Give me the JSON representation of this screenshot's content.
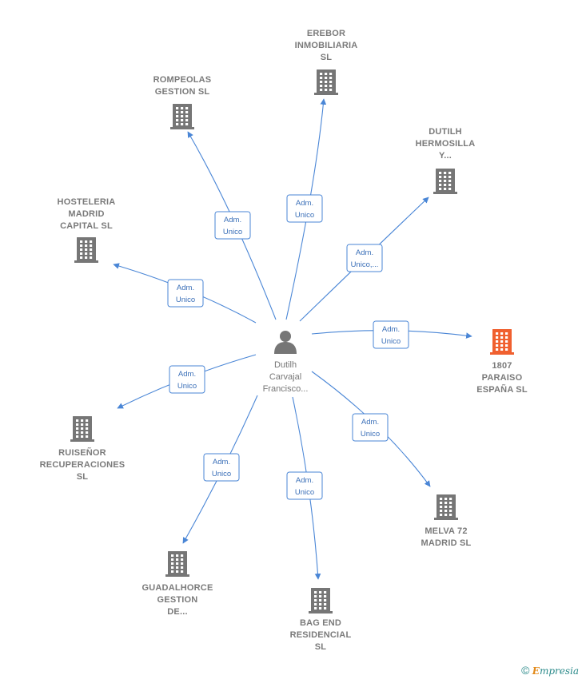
{
  "center": {
    "name_lines": [
      "Dutilh",
      "Carvajal",
      "Francisco..."
    ],
    "icon": "person-icon"
  },
  "companies": [
    {
      "id": "erebor",
      "lines": [
        "EREBOR",
        "INMOBILIARIA",
        "SL"
      ],
      "role": [
        "Adm.",
        "Unico"
      ],
      "highlight": false
    },
    {
      "id": "rompeolas",
      "lines": [
        "ROMPEOLAS",
        "GESTION  SL"
      ],
      "role": [
        "Adm.",
        "Unico"
      ],
      "highlight": false
    },
    {
      "id": "dutilh-hermosilla",
      "lines": [
        "DUTILH",
        "HERMOSILLA",
        "Y..."
      ],
      "role": [
        "Adm.",
        "Unico,..."
      ],
      "highlight": false
    },
    {
      "id": "hosteleria",
      "lines": [
        "HOSTELERIA",
        "MADRID",
        "CAPITAL  SL"
      ],
      "role": [
        "Adm.",
        "Unico"
      ],
      "highlight": false
    },
    {
      "id": "paraiso",
      "lines": [
        "1807",
        "PARAISO",
        "ESPAÑA  SL"
      ],
      "role": [
        "Adm.",
        "Unico"
      ],
      "highlight": true
    },
    {
      "id": "ruisenor",
      "lines": [
        "RUISEÑOR",
        "RECUPERACIONES",
        "SL"
      ],
      "role": [
        "Adm.",
        "Unico"
      ],
      "highlight": false
    },
    {
      "id": "melva",
      "lines": [
        "MELVA 72",
        "MADRID  SL"
      ],
      "role": [
        "Adm.",
        "Unico"
      ],
      "highlight": false
    },
    {
      "id": "guadalhorce",
      "lines": [
        "GUADALHORCE",
        "GESTION",
        "DE..."
      ],
      "role": [
        "Adm.",
        "Unico"
      ],
      "highlight": false
    },
    {
      "id": "bag-end",
      "lines": [
        "BAG END",
        "RESIDENCIAL",
        "SL"
      ],
      "role": [
        "Adm.",
        "Unico"
      ],
      "highlight": false
    }
  ],
  "colors": {
    "edge": "#4a86d6",
    "building": "#767676",
    "building_highlight": "#f0602f",
    "person": "#767676"
  },
  "brand": {
    "copyright": "©",
    "initial": "E",
    "rest": "mpresia"
  }
}
